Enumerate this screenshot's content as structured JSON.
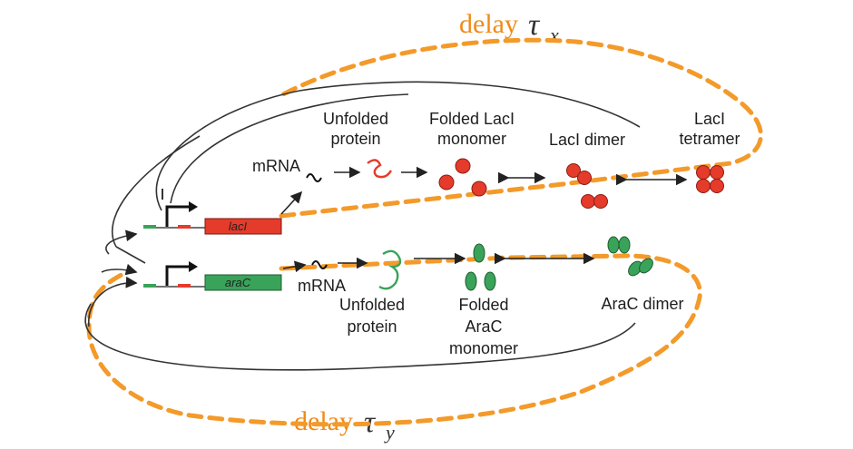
{
  "top_delay": {
    "word": "delay",
    "symbol": "τ",
    "subscript": "x"
  },
  "bottom_delay": {
    "word": "delay",
    "symbol": "τ",
    "subscript": "y"
  },
  "laci_row": {
    "gene": "lacI",
    "mrna": "mRNA",
    "unfolded": [
      "Unfolded",
      "protein"
    ],
    "folded": [
      "Folded LacI",
      "monomer"
    ],
    "dimer": "LacI dimer",
    "tetramer": [
      "LacI",
      "tetramer"
    ]
  },
  "arac_row": {
    "gene": "araC",
    "mrna": "mRNA",
    "unfolded": [
      "Unfolded",
      "protein"
    ],
    "folded": [
      "Folded",
      "AraC",
      "monomer"
    ],
    "dimer": "AraC dimer"
  },
  "colors": {
    "delay_orange": "#f39a2a",
    "laci_red": "#e53b2b",
    "arac_green": "#3aa35a"
  }
}
